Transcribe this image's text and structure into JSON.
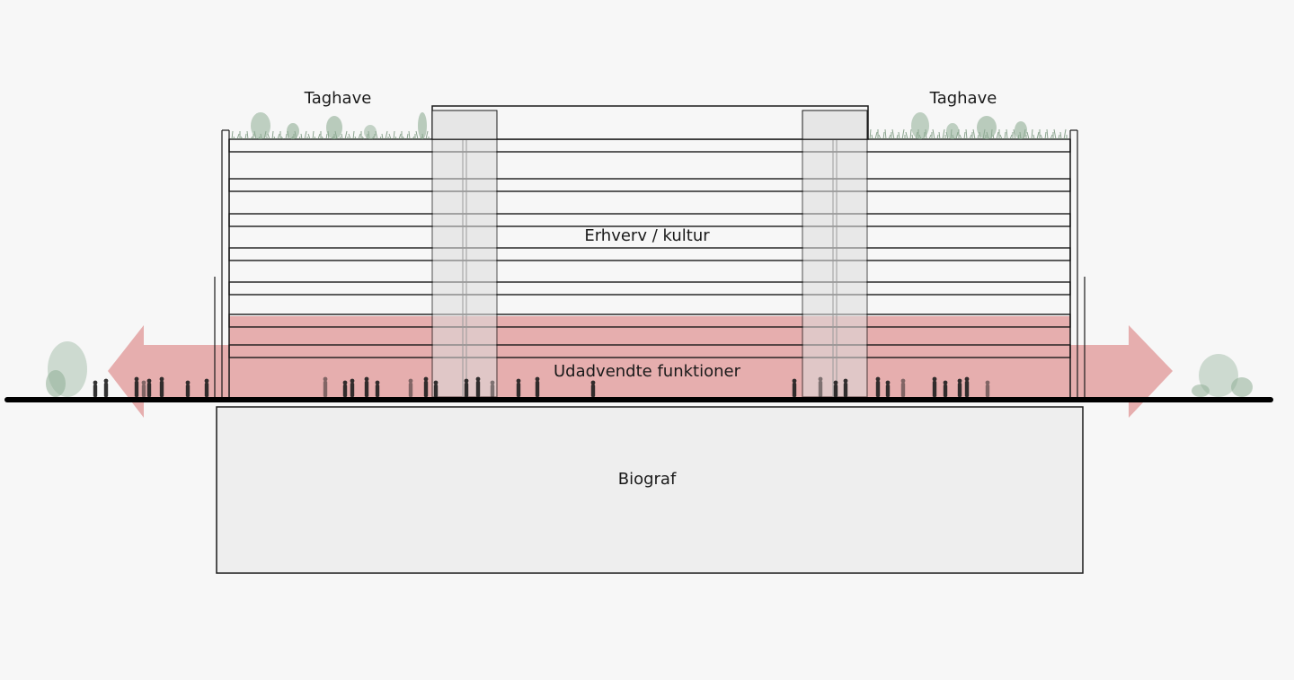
{
  "labels": {
    "roof_garden_left": "Taghave",
    "roof_garden_right": "Taghave",
    "upper_floors": "Erhverv / kultur",
    "ground_floor": "Udadvendte funktioner",
    "basement": "Biograf"
  },
  "colors": {
    "background": "#f7f7f7",
    "line": "#1a1a1a",
    "highlight": "#e3a5a5",
    "core_fill": "#e6e6e6",
    "basement_fill": "#eeeeee",
    "vegetation": "#8fae95",
    "people": "#1e1e1e"
  },
  "building": {
    "floors": 8,
    "cores": 2
  },
  "icons": [
    "arrow-left-icon",
    "arrow-right-icon",
    "tree-icon",
    "person-icon"
  ]
}
